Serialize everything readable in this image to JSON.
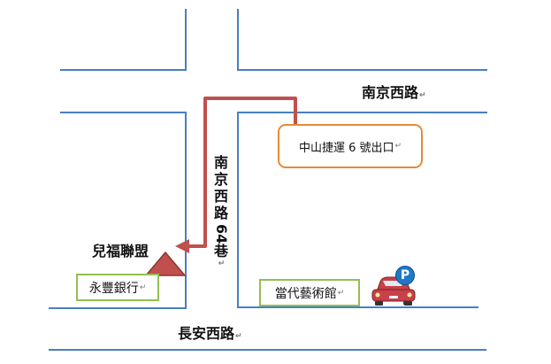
{
  "roads": {
    "nanjing_w": "南京西路",
    "lane_64": [
      "南",
      "京",
      "西",
      "路",
      "64",
      "巷"
    ],
    "changan_w": "長安西路"
  },
  "landmarks": {
    "mrt_exit": "中山捷運 6 號出口",
    "fubon": "兒福聯盟",
    "bank": "永豐銀行",
    "moca": "當代藝術館"
  },
  "parking": {
    "icon": "parking-icon",
    "letter": "P"
  },
  "paragraph_mark": "↵",
  "colors": {
    "road_line": "#4a7ec0",
    "route": "#c0504d",
    "exit_border": "#e58a3a",
    "label_border": "#92c050",
    "parking": "#1e78c8"
  }
}
